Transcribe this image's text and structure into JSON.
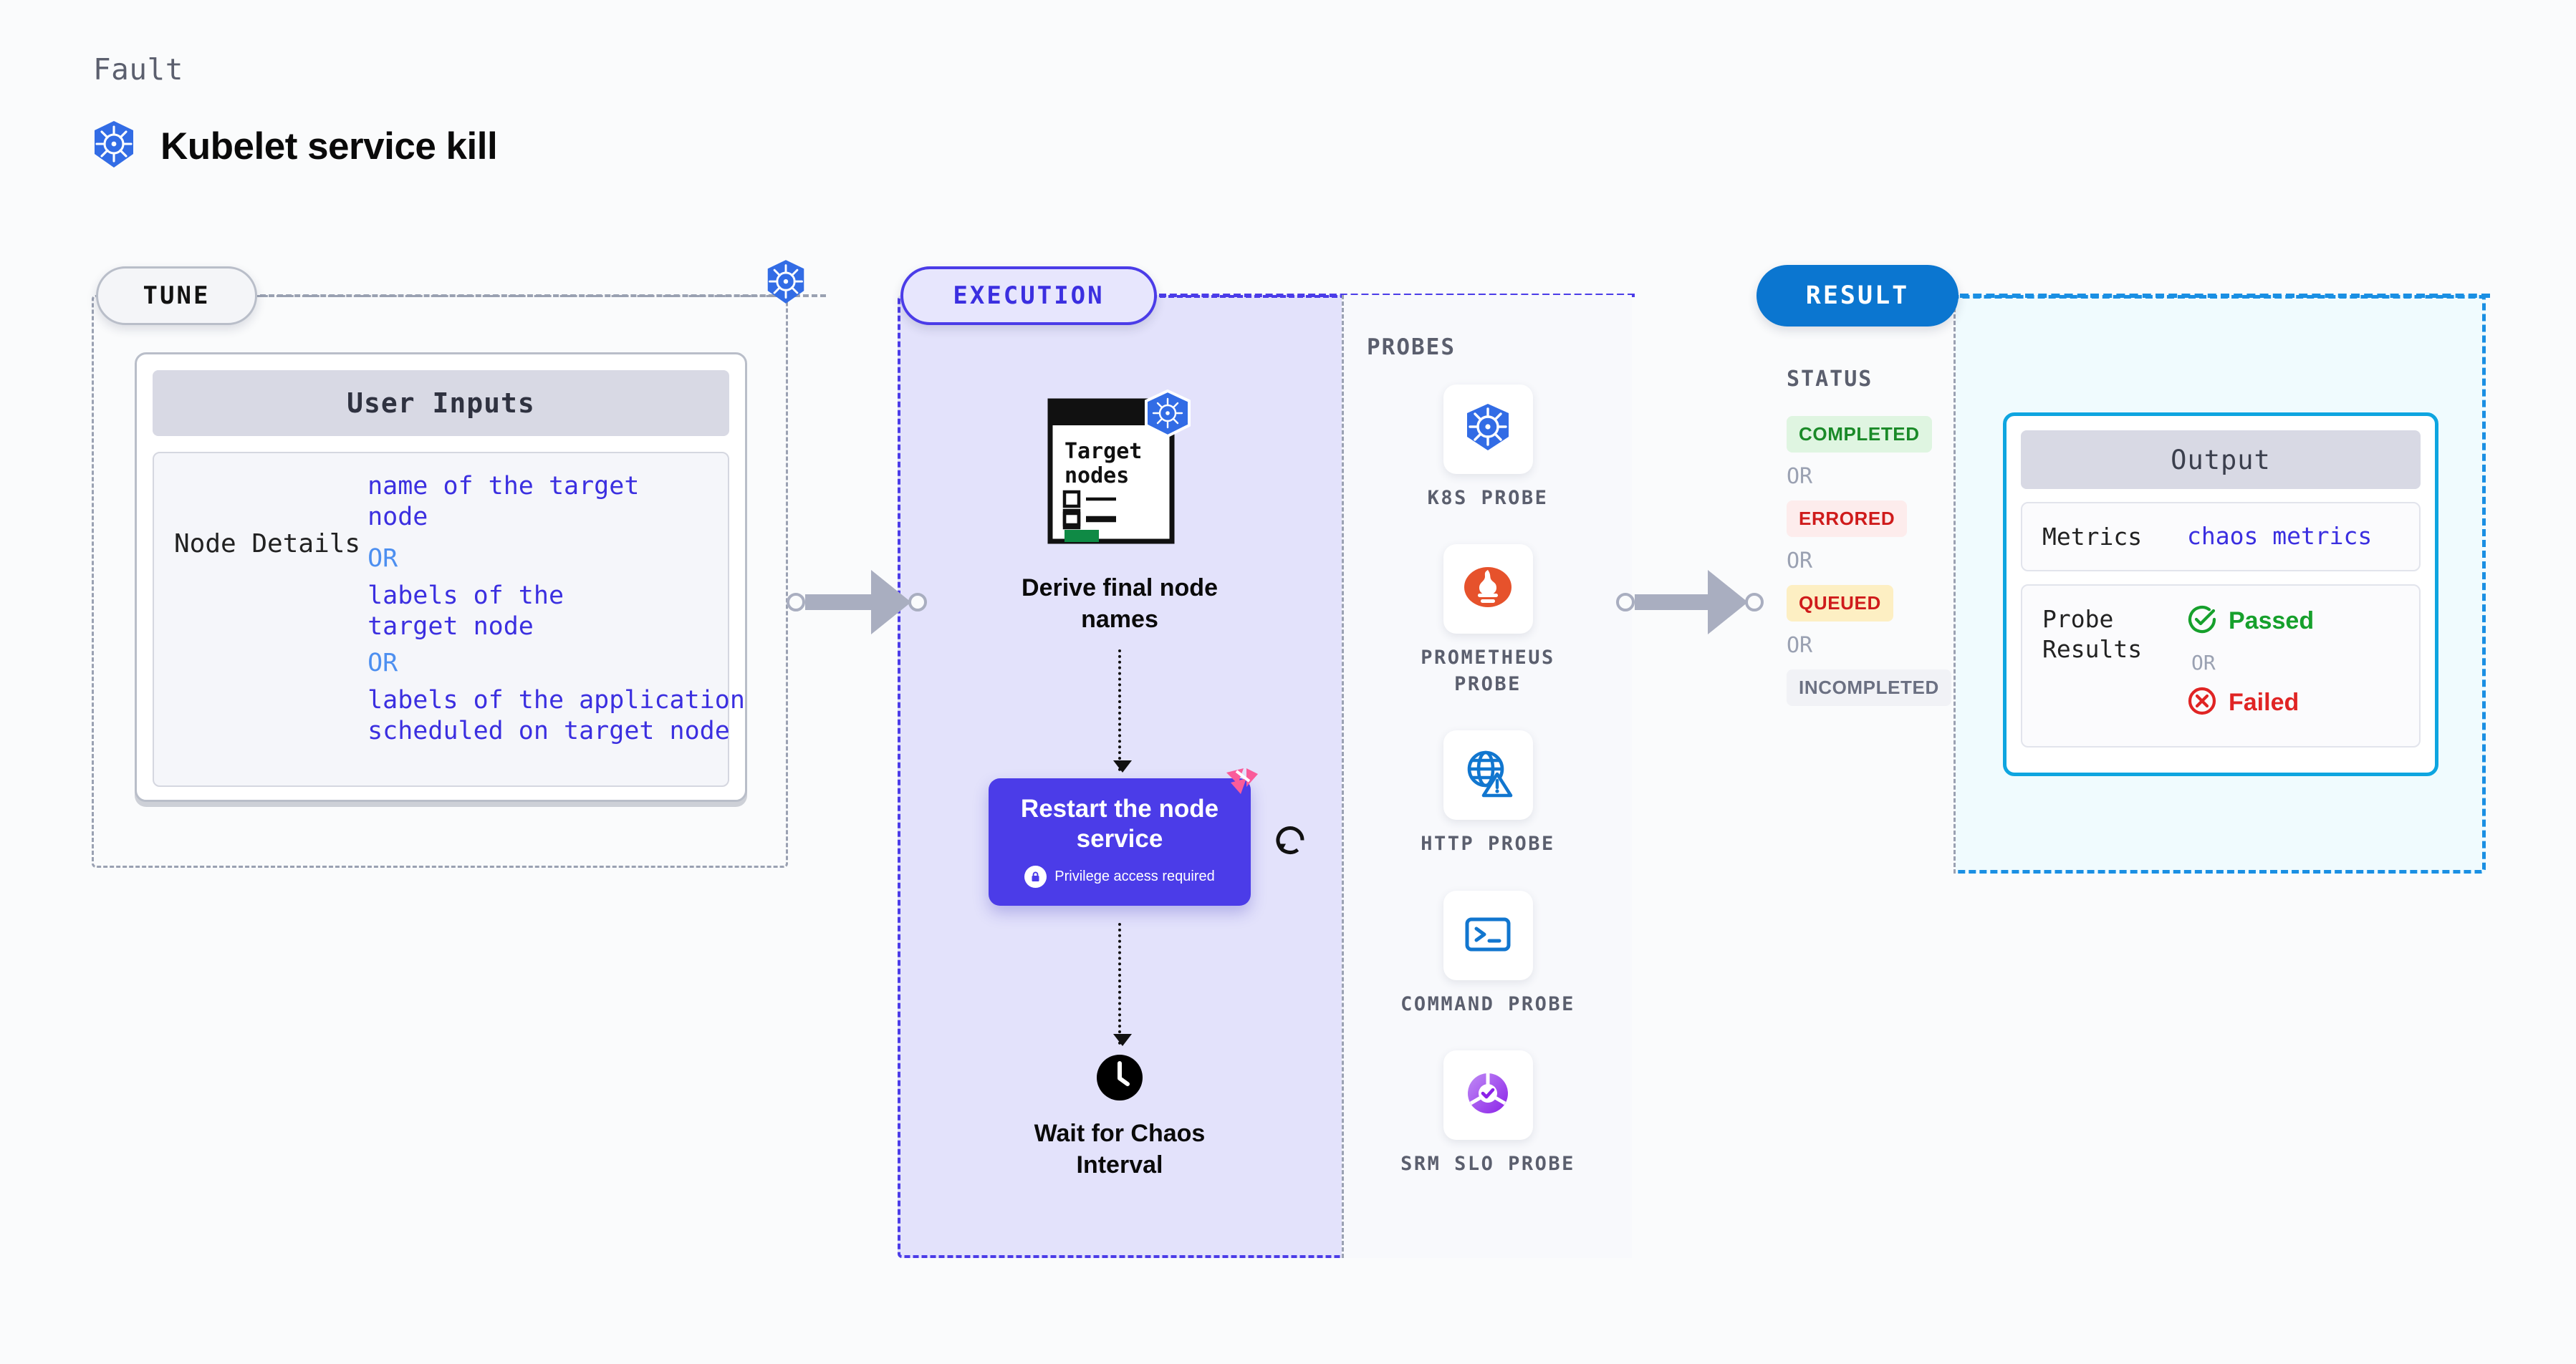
{
  "header": {
    "eyebrow": "Fault",
    "title": "Kubelet service kill",
    "icon": "kubernetes-icon"
  },
  "tune": {
    "pill_label": "TUNE",
    "platform_icon": "kubernetes-icon",
    "user_inputs": {
      "header": "User Inputs",
      "rows": [
        {
          "key": "Node Details",
          "values": [
            "name of the target",
            "node",
            "labels of the",
            "target node",
            "labels of the application",
            " scheduled on target node"
          ],
          "or_label": "OR"
        }
      ]
    }
  },
  "execution": {
    "pill_label": "EXECUTION",
    "steps": [
      {
        "icon": "target-nodes-document-icon",
        "doc_title": "Target nodes",
        "caption": "Derive final node names"
      },
      {
        "icon": "action-card",
        "title": "Restart the node service",
        "privilege": "Privilege access required",
        "privilege_icon": "lock-icon",
        "badge_icon": "litmus-chaos-icon",
        "retry_icon": "retry-icon"
      },
      {
        "icon": "clock-icon",
        "caption": "Wait for Chaos Interval"
      }
    ],
    "probes": {
      "label": "PROBES",
      "items": [
        {
          "name": "K8S PROBE",
          "icon": "kubernetes-icon"
        },
        {
          "name": "PROMETHEUS PROBE",
          "icon": "prometheus-icon"
        },
        {
          "name": "HTTP PROBE",
          "icon": "http-globe-warning-icon"
        },
        {
          "name": "COMMAND PROBE",
          "icon": "terminal-icon"
        },
        {
          "name": "SRM SLO PROBE",
          "icon": "srm-slo-donut-icon"
        }
      ]
    }
  },
  "result": {
    "pill_label": "RESULT",
    "status": {
      "label": "STATUS",
      "or_label": "OR",
      "badges": [
        {
          "text": "COMPLETED",
          "bg": "#dff5e1",
          "fg": "#1a8a28"
        },
        {
          "text": "ERRORED",
          "bg": "#fdecec",
          "fg": "#cf1b1b"
        },
        {
          "text": "QUEUED",
          "bg": "#fdefc3",
          "fg": "#cf1b1b"
        },
        {
          "text": "INCOMPLETED",
          "bg": "#f1f2f6",
          "fg": "#6b7082"
        }
      ]
    },
    "output": {
      "header": "Output",
      "metrics_key": "Metrics",
      "metrics_value": "chaos metrics",
      "probe_results_key": "Probe Results",
      "passed_label": "Passed",
      "failed_label": "Failed",
      "or_label": "OR",
      "passed_icon": "check-circle-icon",
      "failed_icon": "x-circle-icon"
    }
  },
  "connectors": [
    {
      "name": "tune-to-execution-arrow"
    },
    {
      "name": "execution-to-result-arrow"
    }
  ],
  "colors": {
    "accent_purple": "#4b3ce8",
    "accent_blue": "#0b76d0",
    "accent_cyan": "#0ea5e0",
    "k8s_blue": "#326ce5",
    "prometheus_orange": "#e6522c",
    "pass_green": "#16a02c",
    "fail_red": "#e02424",
    "chaos_pink": "#fa5c9a"
  }
}
